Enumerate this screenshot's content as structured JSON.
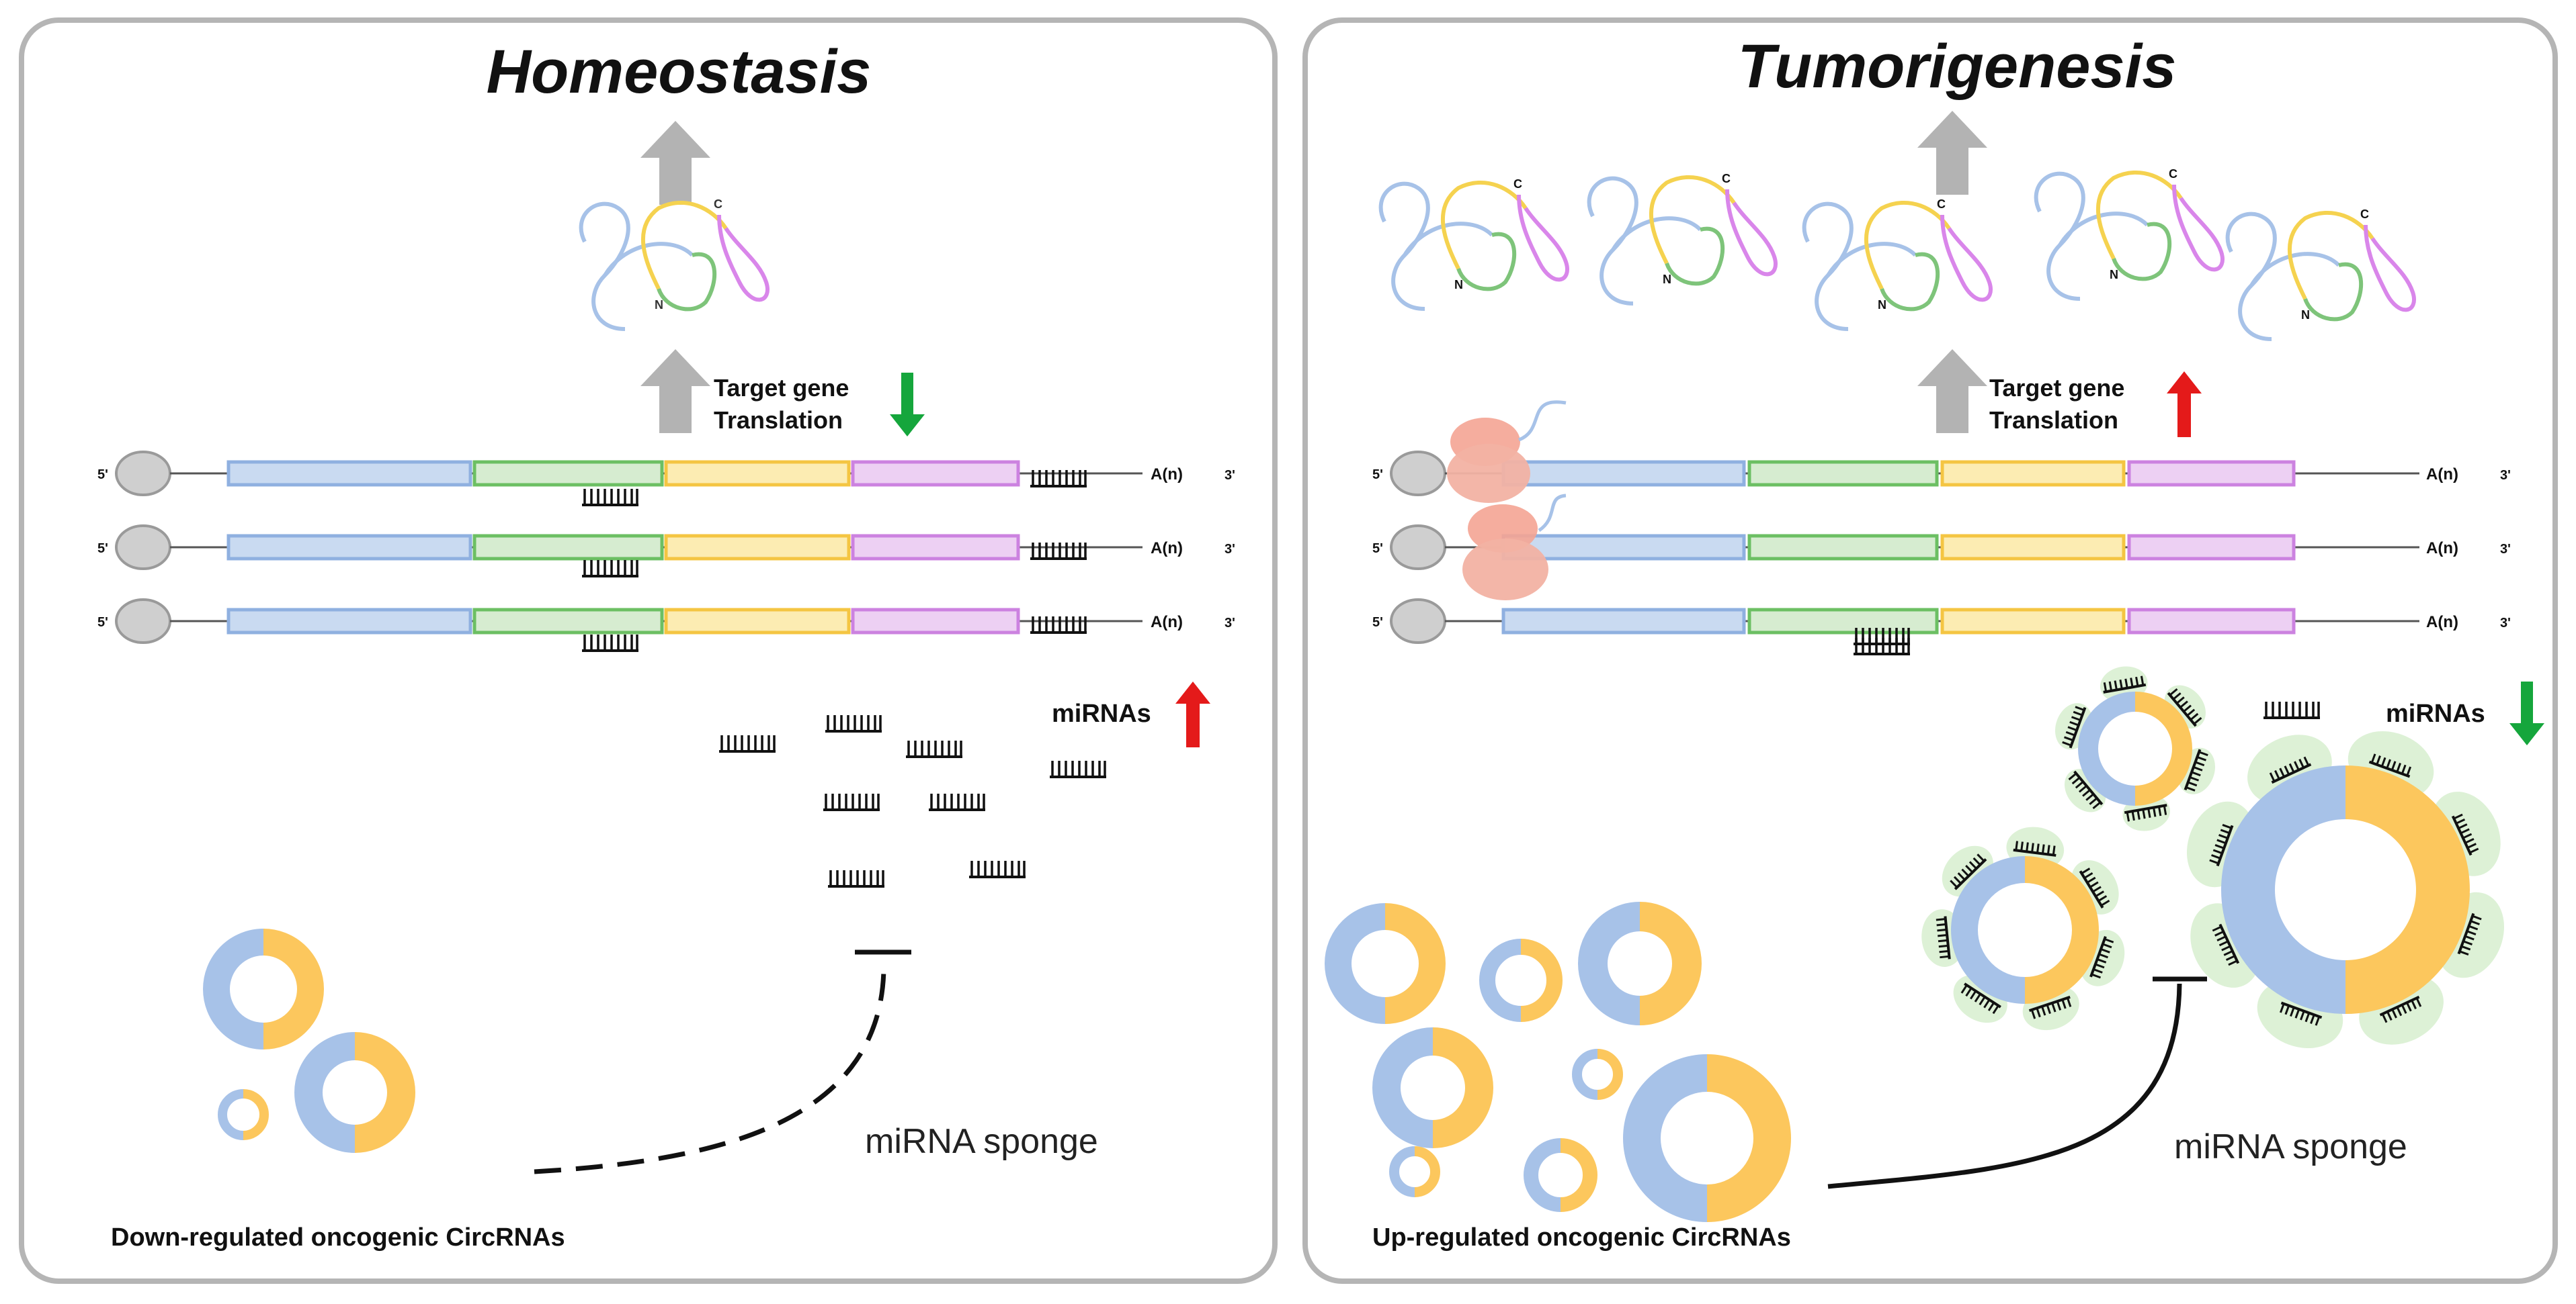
{
  "left_panel": {
    "title": "Homeostasis",
    "target_label_line1": "Target gene",
    "target_label_line2": "Translation",
    "target_arrow_direction": "down",
    "target_arrow_color": "#15a63c",
    "mirna_label": "miRNAs",
    "mirna_arrow_direction": "up",
    "mirna_arrow_color": "#e41a1a",
    "sponge_label": "miRNA sponge",
    "circ_label": "Down-regulated oncogenic CircRNAs",
    "protein_count": 1
  },
  "right_panel": {
    "title": "Tumorigenesis",
    "target_label_line1": "Target gene",
    "target_label_line2": "Translation",
    "target_arrow_direction": "up",
    "target_arrow_color": "#e41a1a",
    "mirna_label": "miRNAs",
    "mirna_arrow_direction": "down",
    "mirna_arrow_color": "#15a63c",
    "sponge_label": "miRNA sponge",
    "circ_label": "Up-regulated oncogenic CircRNAs",
    "protein_count": 5
  },
  "mrna": {
    "five_prime": "5'",
    "three_prime": "3'",
    "polya": "A(n)"
  },
  "protein_termini": {
    "n": "N",
    "c": "C"
  },
  "colors": {
    "exon1": "#c9daf1",
    "exon1_border": "#8fb0e0",
    "exon2": "#d6ecd0",
    "exon2_border": "#6cbf63",
    "exon3": "#fcecb2",
    "exon3_border": "#f4c542",
    "exon4": "#edd0f3",
    "exon4_border": "#cc82e0",
    "ring_blue": "#a7c2e8",
    "ring_yellow": "#fcc75d",
    "ribosome": "#f4a493",
    "arrow_gray": "#b3b3b3",
    "cap": "#cfcfcf",
    "panel_border": "#b5b5b5"
  }
}
